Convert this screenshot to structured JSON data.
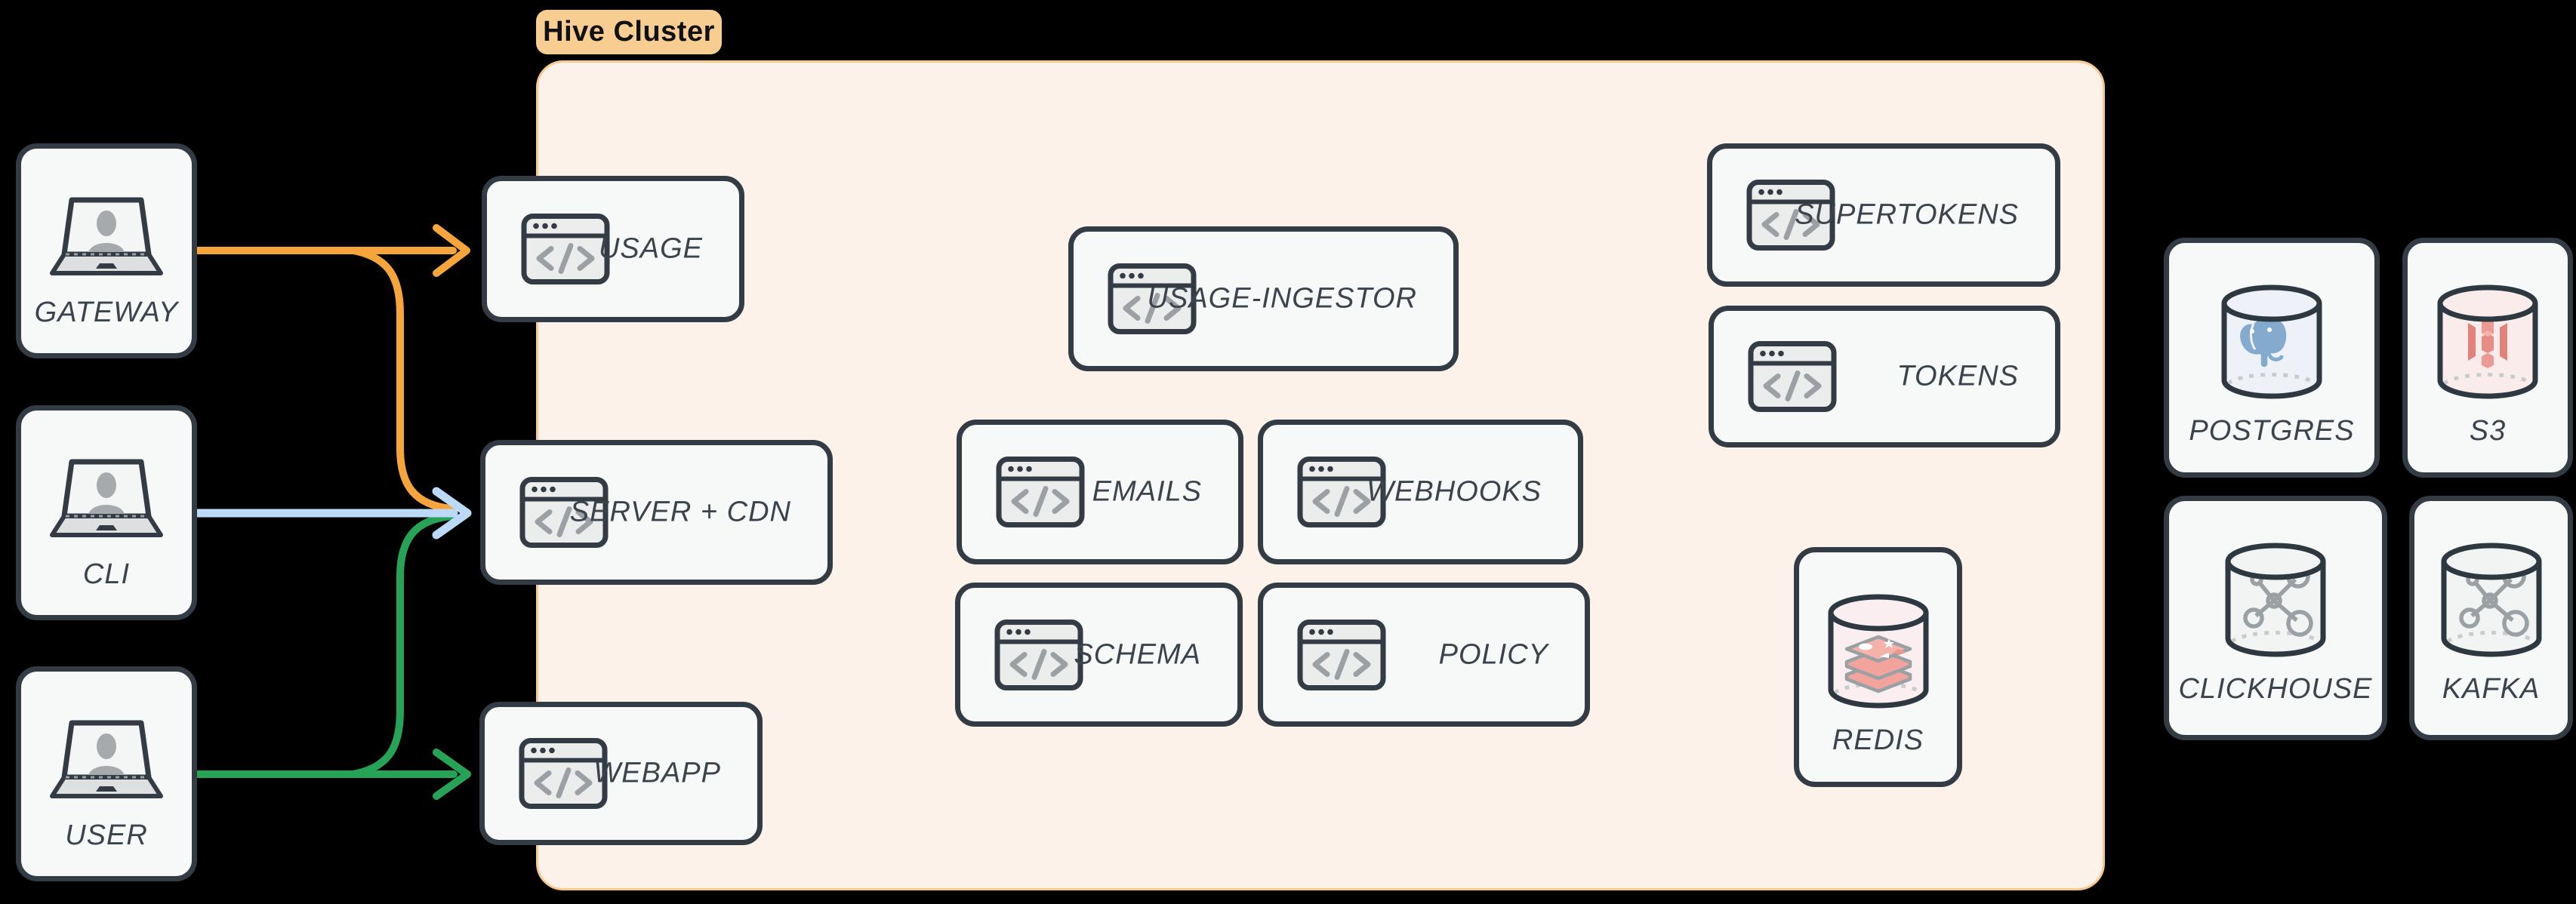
{
  "cluster": {
    "label": "Hive Cluster"
  },
  "nodes": {
    "gateway": "GATEWAY",
    "cli": "CLI",
    "user": "USER",
    "usage": "USAGE",
    "server_cdn": "SERVER + CDN",
    "webapp": "WEBAPP",
    "usage_ingestor": "USAGE-INGESTOR",
    "emails": "EMAILS",
    "webhooks": "WEBHOOKS",
    "schema": "SCHEMA",
    "policy": "POLICY",
    "supertokens": "SUPERTOKENS",
    "tokens": "TOKENS",
    "redis": "REDIS",
    "postgres": "POSTGRES",
    "s3": "S3",
    "clickhouse": "CLICKHOUSE",
    "kafka": "KAFKA"
  },
  "connections": [
    {
      "from": "GATEWAY",
      "to": "USAGE",
      "color": "#f6a43c"
    },
    {
      "from": "GATEWAY",
      "to": "SERVER + CDN",
      "color": "#f6a43c"
    },
    {
      "from": "CLI",
      "to": "SERVER + CDN",
      "color": "#bcd9f7"
    },
    {
      "from": "USER",
      "to": "WEBAPP",
      "color": "#27a358"
    },
    {
      "from": "USER",
      "to": "SERVER + CDN",
      "color": "#27a358"
    }
  ],
  "colors": {
    "arrow_orange": "#f6a43c",
    "arrow_blue": "#bcd9f7",
    "arrow_green": "#27a358",
    "node_border": "#333b44",
    "node_fill": "#f7f8f8",
    "cluster_fill": "#fdf2e9",
    "cluster_border": "#f8c891",
    "badge_fill": "#f8cd92",
    "label_text": "#3b434c"
  }
}
